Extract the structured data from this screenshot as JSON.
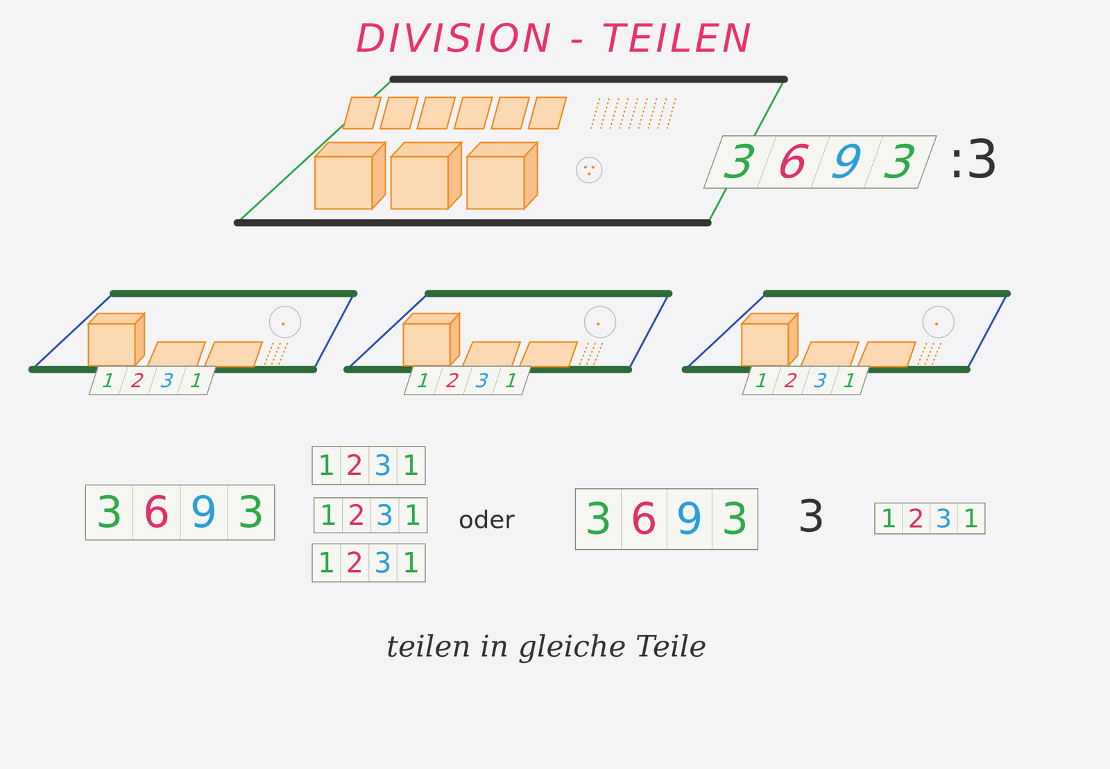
{
  "diagram": {
    "title": "DIVISION - TEILEN",
    "caption": "teilen in gleiche Teile",
    "nodes": [
      {
        "text": [
          "3",
          "6",
          "9",
          "3"
        ]
      },
      {
        "text": [
          "1",
          "2",
          "3",
          "1"
        ]
      },
      {
        "text": [
          "1",
          "2",
          "3",
          "1"
        ]
      },
      {
        "text": [
          "1",
          "2",
          "3",
          "1"
        ]
      },
      {
        "text": [
          "3",
          "6",
          "9",
          "3"
        ]
      },
      {
        "text": [
          "1",
          "2",
          "3",
          "1"
        ]
      },
      {
        "text": [
          "1",
          "2",
          "3",
          "1"
        ]
      },
      {
        "text": [
          "1",
          "2",
          "3",
          "1"
        ]
      },
      {
        "text": [
          "3",
          "6",
          "9",
          "3"
        ]
      },
      {
        "text": [
          "1",
          "2",
          "3",
          "1"
        ]
      }
    ],
    "labels": [
      ":3",
      "oder",
      "3"
    ]
  }
}
